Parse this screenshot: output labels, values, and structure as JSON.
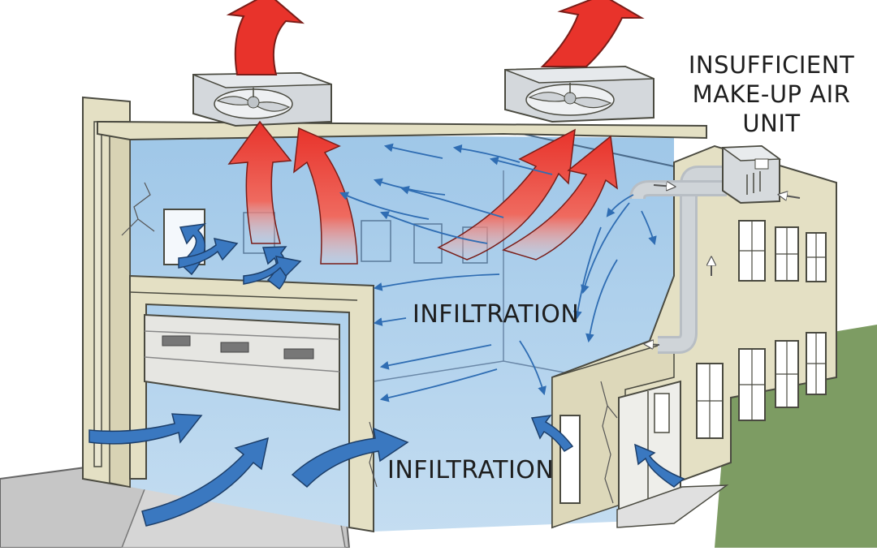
{
  "labels": {
    "makeup_air": [
      "INSUFFICIENT",
      "MAKE-UP AIR",
      "UNIT"
    ],
    "infiltration_upper": "INFILTRATION",
    "infiltration_lower": "INFILTRATION"
  },
  "colors": {
    "interior_air": "#a9cdea",
    "wall": "#e4e0c4",
    "wall_outline": "#4a4a40",
    "exhaust_arrow": "#e8332b",
    "airflow_arrow": "#2f6db3",
    "duct": "#cfd4d8",
    "ground": "#7d9c63",
    "pavement": "#c4c4c4"
  }
}
